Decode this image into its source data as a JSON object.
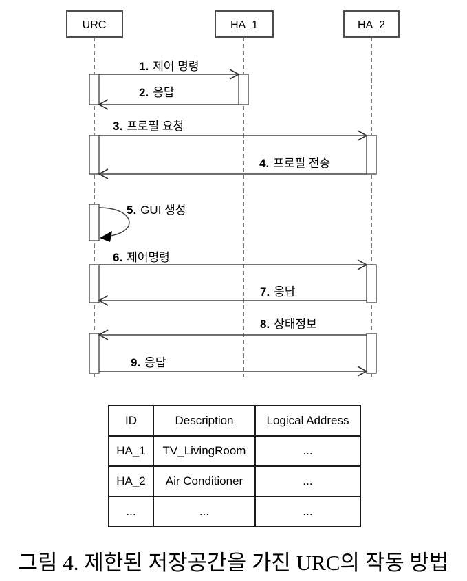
{
  "colors": {
    "background": "#ffffff",
    "box_border": "#4d4d4d",
    "line": "#404040",
    "text": "#000000"
  },
  "diagram": {
    "actors": [
      {
        "label": "URC"
      },
      {
        "label": "HA_1"
      },
      {
        "label": "HA_2"
      }
    ],
    "messages": [
      {
        "num": "1.",
        "text": "제어 명령",
        "from": "URC",
        "to": "HA_1"
      },
      {
        "num": "2.",
        "text": "응답",
        "from": "HA_1",
        "to": "URC"
      },
      {
        "num": "3.",
        "text": "프로필 요청",
        "from": "URC",
        "to": "HA_2"
      },
      {
        "num": "4.",
        "text": "프로필 전송",
        "from": "HA_2",
        "to": "URC"
      },
      {
        "num": "5.",
        "text": "GUI 생성",
        "from": "URC",
        "to": "URC"
      },
      {
        "num": "6.",
        "text": "제어명령",
        "from": "URC",
        "to": "HA_2"
      },
      {
        "num": "7.",
        "text": "응답",
        "from": "HA_2",
        "to": "URC"
      },
      {
        "num": "8.",
        "text": "상태정보",
        "from": "HA_2",
        "to": "URC"
      },
      {
        "num": "9.",
        "text": "응답",
        "from": "URC",
        "to": "HA_2"
      }
    ]
  },
  "device_table": {
    "headers": [
      "ID",
      "Description",
      "Logical Address"
    ],
    "rows": [
      [
        "HA_1",
        "TV_LivingRoom",
        "..."
      ],
      [
        "HA_2",
        "Air Conditioner",
        "..."
      ],
      [
        "...",
        "...",
        "..."
      ]
    ]
  },
  "caption": "그림 4. 제한된 저장공간을 가진 URC의 작동 방법"
}
